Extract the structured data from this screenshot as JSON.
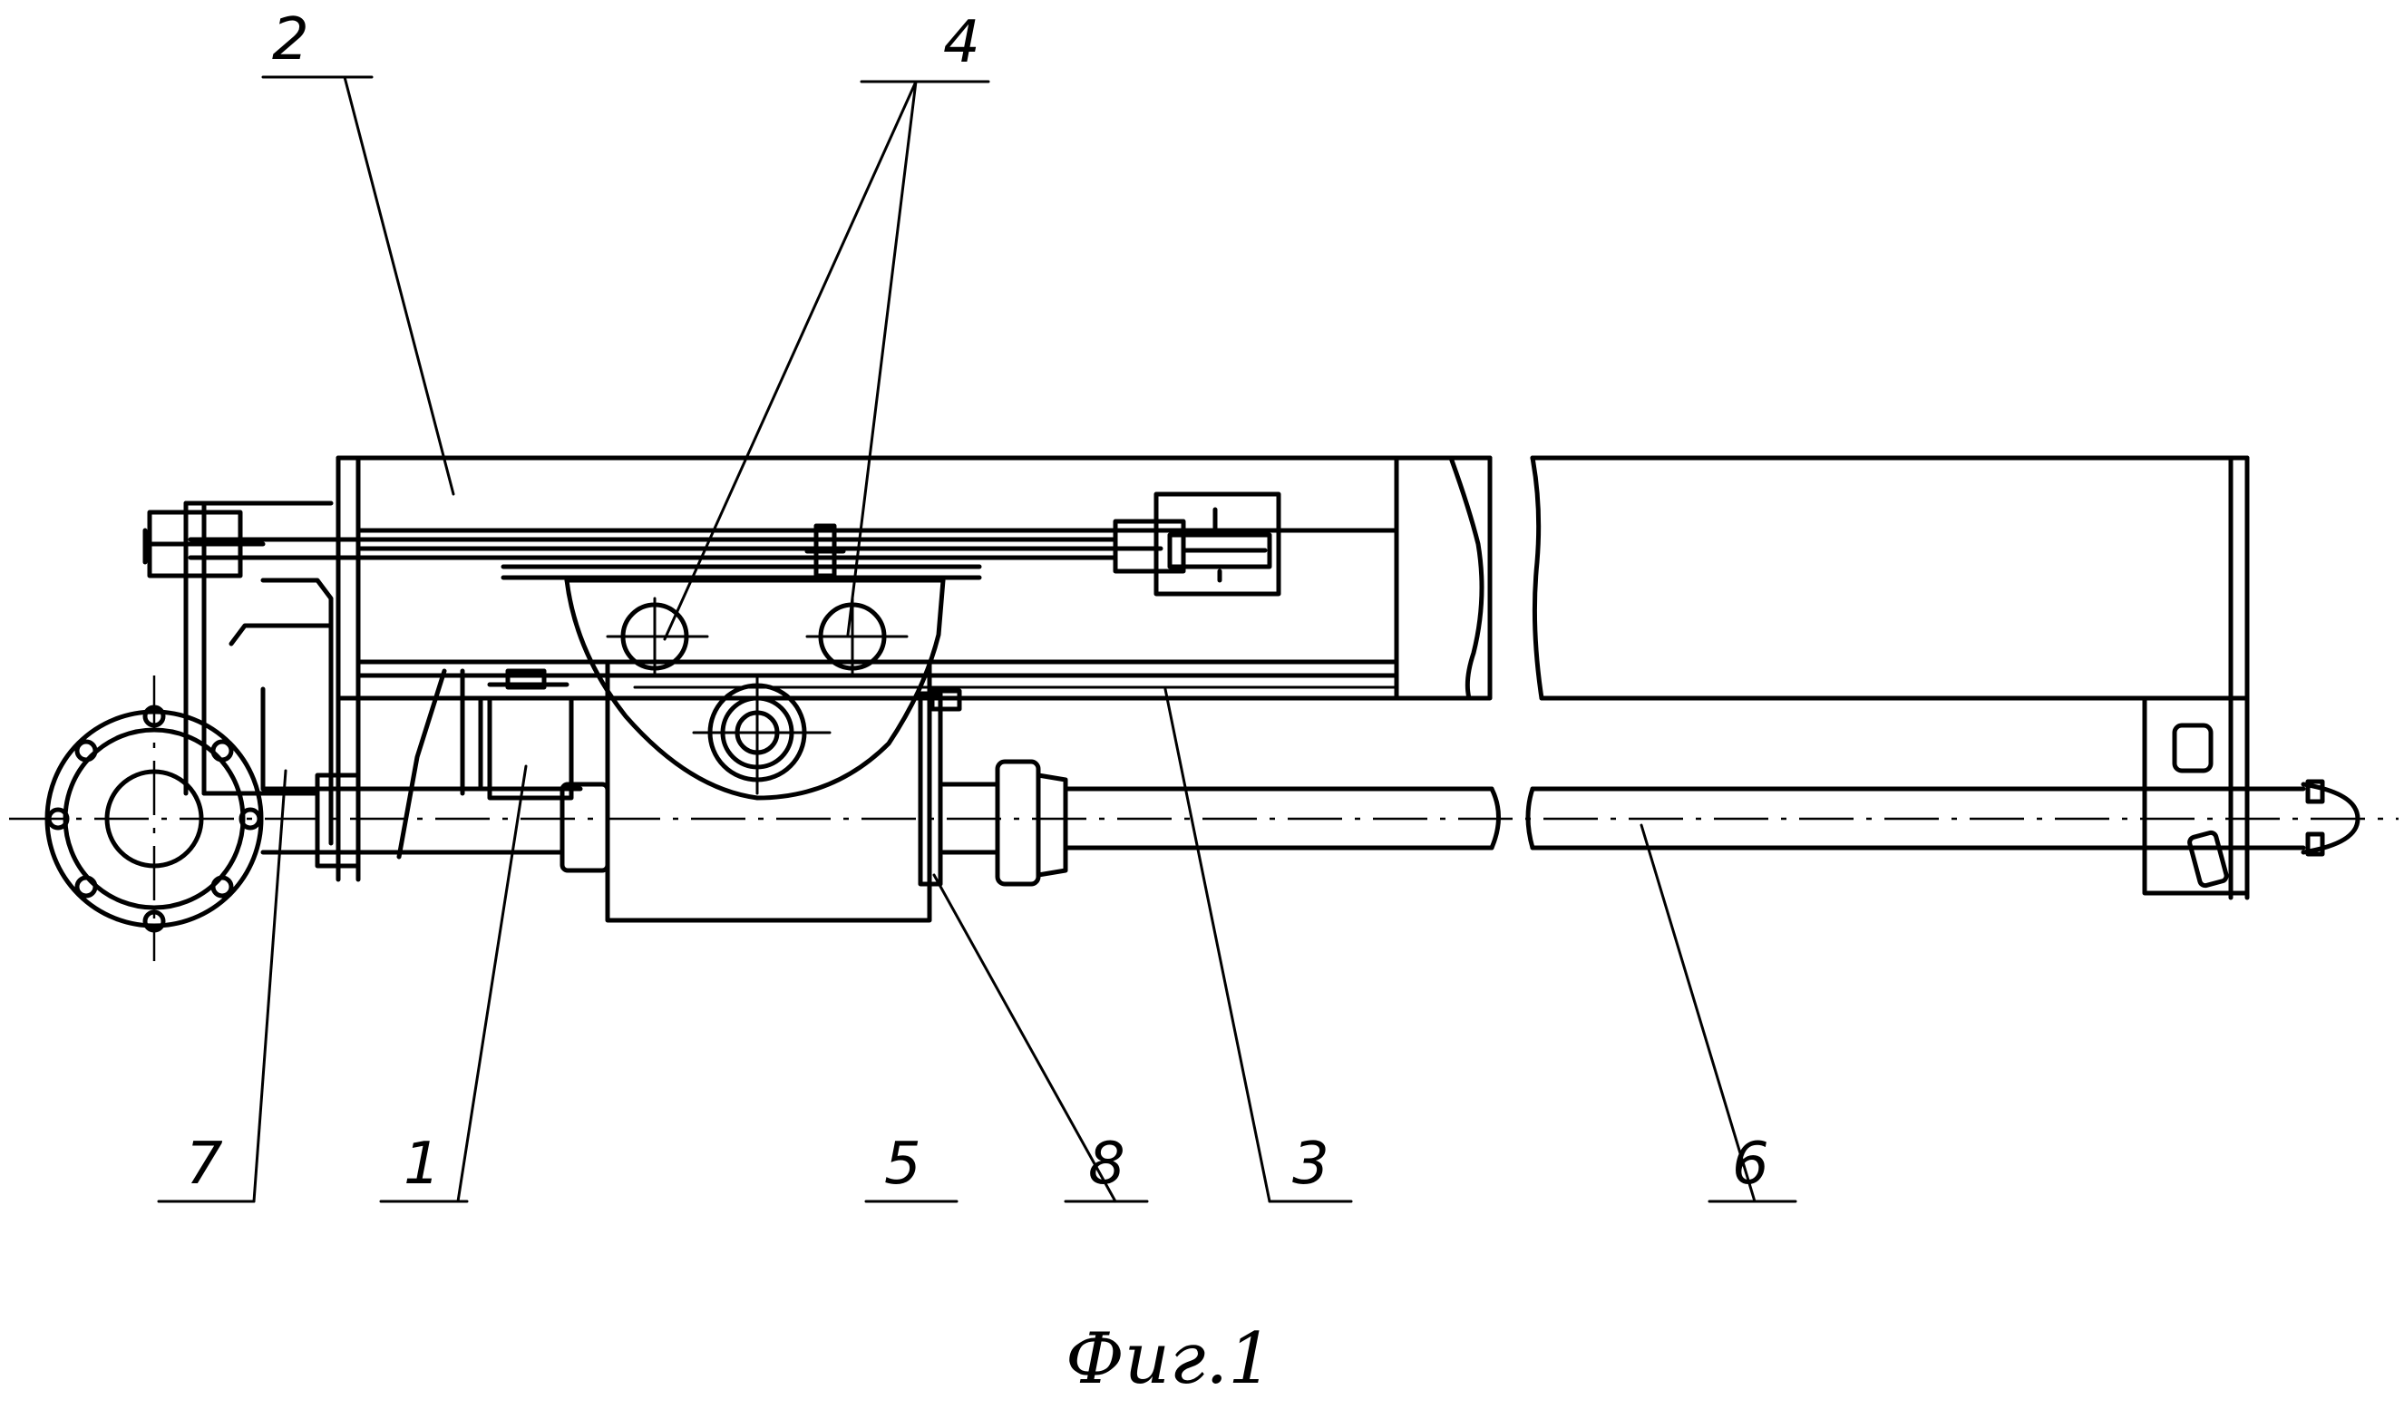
{
  "figure": {
    "caption": "Фиг.1",
    "callouts": [
      "1",
      "2",
      "3",
      "4",
      "5",
      "6",
      "7",
      "8"
    ]
  }
}
